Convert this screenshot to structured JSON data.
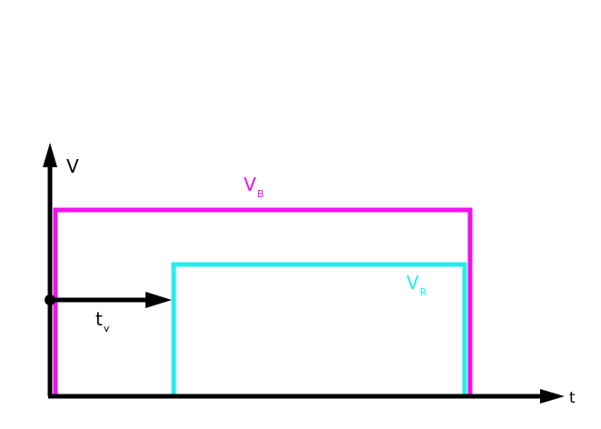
{
  "diagram": {
    "axes": {
      "y_label": "V",
      "x_label": "t",
      "color": "#000000"
    },
    "signals": [
      {
        "label_main": "V",
        "label_sub": "B",
        "color": "#ee12ee"
      },
      {
        "label_main": "V",
        "label_sub": "R",
        "color": "#22eeee"
      }
    ],
    "delay": {
      "label_main": "t",
      "label_sub": "v",
      "color": "#000000"
    }
  }
}
